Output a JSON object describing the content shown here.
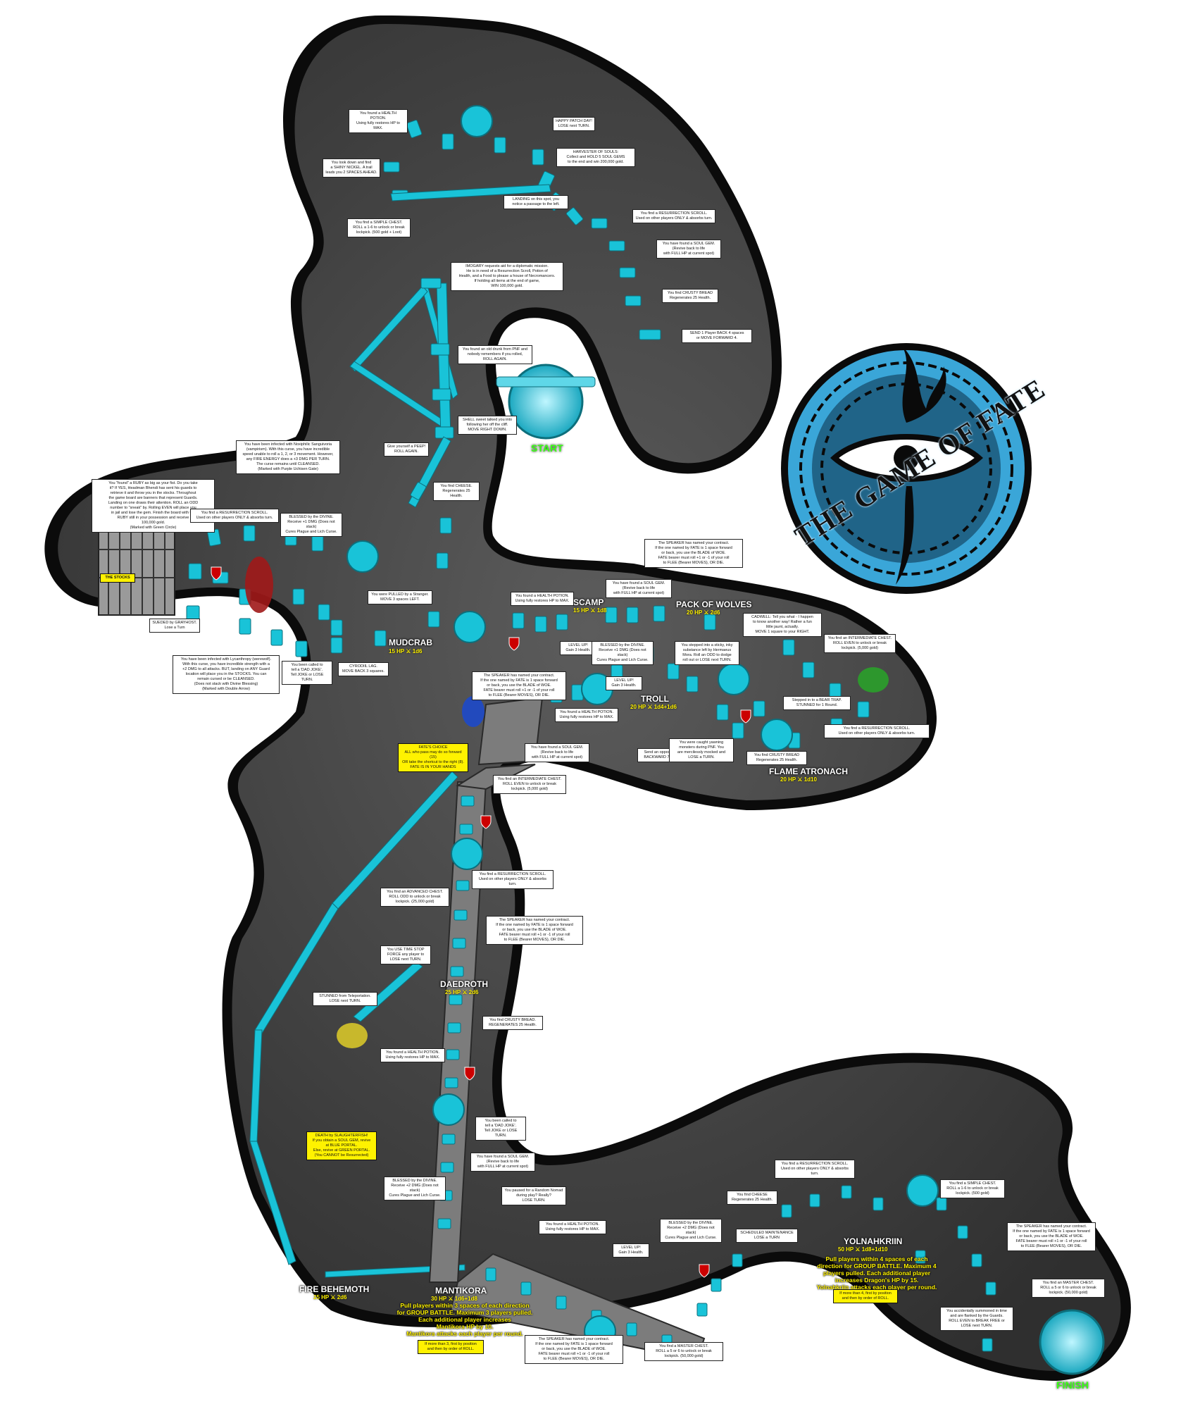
{
  "title": "THE GAME OF FATE",
  "labels": {
    "start": "START",
    "finish": "FINISH",
    "stocks": "THE STOCKS"
  },
  "colors": {
    "path": "#19c3d8",
    "board": "#4a4a4a",
    "emblem": "#3aa6d8",
    "highlight": "#fff200",
    "green": "#39ff14",
    "danger": "#cc0000"
  },
  "bosses": [
    {
      "name": "MUDCRAB",
      "stats": "15 HP ⚔ 1d6"
    },
    {
      "name": "SCAMP",
      "stats": "15 HP ⚔ 1d8"
    },
    {
      "name": "PACK OF WOLVES",
      "stats": "20 HP ⚔ 2d6"
    },
    {
      "name": "TROLL",
      "stats": "20 HP ⚔ 1d4+1d6"
    },
    {
      "name": "FLAME ATRONACH",
      "stats": "20 HP ⚔ 1d10"
    },
    {
      "name": "DAEDROTH",
      "stats": "25 HP ⚔ 2d6"
    },
    {
      "name": "FIRE BEHEMOTH",
      "stats": "25 HP ⚔ 2d6"
    },
    {
      "name": "MANTIKORA",
      "stats": "30 HP ⚔ 1d6+1d8"
    },
    {
      "name": "YOLNAHKRIIN",
      "stats": "50 HP ⚔ 1d8+1d10"
    }
  ],
  "battle_notes": {
    "mantikora": "Pull players within 3 spaces of each direction\nfor GROUP BATTLE. Maximum 3 players pulled.\nEach additional player increases\nMantikora HP by 10.\nMantikora attacks each player per round.",
    "yolnahkriin": "Pull players within 4 spaces of each\ndirection for GROUP BATTLE. Maximum 4\nplayers pulled. Each additional player\nincreases Dragon's HP by 15.\nYolnahkriin attacks each player per round."
  },
  "notes": [
    {
      "id": "health-potion-1",
      "text": "You found a HEALTH POTION.\nUsing fully restores HP to MAX."
    },
    {
      "id": "patch-day",
      "text": "HAPPY PATCH DAY!\nLOSE next TURN."
    },
    {
      "id": "harvester",
      "text": "HARVESTER OF SOULS:\nCollect and HOLD 5 SOUL GEMS\nto the end and win 200,000 gold."
    },
    {
      "id": "shiny-nickel",
      "text": "You look down and find\na SHINY NICKEL. A trail\nleads you 2 SPACES AHEAD."
    },
    {
      "id": "landing",
      "text": "LANDING on this spot, you\nnotice a passage to the left."
    },
    {
      "id": "res-scroll-1",
      "text": "You find a RESURRECTION SCROLL.\nUsed on other players ONLY & absorbs turn."
    },
    {
      "id": "simple-chest-1",
      "text": "You find a SIMPLE CHEST.\nROLL a 1-6 to unlock or break\nlockpick. (500 gold + Loot)"
    },
    {
      "id": "soul-gem-1",
      "text": "You have found a SOUL GEM.\n(Revive back to life\nwith FULL HP at current spot)"
    },
    {
      "id": "imogary",
      "text": "IMOGARY requests aid for a diplomatic mission.\nHe is in need of a Resurrection Scroll, Potion of\nHealth, and a Food to please a house of Necromancers.\nIf holding all items at the end of game,\nWIN 100,000 gold."
    },
    {
      "id": "crusty-bread-1",
      "text": "You find CRUSTY BREAD\nRegenerates 25 Health."
    },
    {
      "id": "send-back",
      "text": "SEND 1 Player BACK 4 spaces\nor MOVE FORWARD 4."
    },
    {
      "id": "old-drunk",
      "text": "You found an old drunk from PNF and\nnobody remembers if you rolled,\nROLL AGAIN."
    },
    {
      "id": "shell",
      "text": "SHELL sweet talked you into\nfollowing her off the cliff.\nMOVE RIGHT DOWN."
    },
    {
      "id": "peepi",
      "text": "Give yourself a PEEP!\nROLL AGAIN."
    },
    {
      "id": "cheese-1",
      "text": "You find CHEESE.\nRegenerates 25 Health."
    },
    {
      "id": "ruby",
      "text": "You \"found\" a RUBY as big as your fist. Do you take\nit? If YES, Headman Bhendi has sent his guards to\nretrieve it and throw you in the stocks. Throughout\nthe game board are banners that represent Guards.\nLanding on one draws their attention. ROLL an ODD\nnumber to \"sneak\" by. Rolling EVEN will place you\nin jail and lose the gem. Finish the board with the\nRUBY still in your possession and receive\n100,000 gold.\n(Marked with Green Circle)"
    },
    {
      "id": "sanguinare",
      "text": "You have been infected with Noxiphilic Sanguivoria\n(vampirism). With this curse, you have incredible\nspeed unable to roll a 1, 2, or 3 movement. However,\nany FIRE ENERGY does a +3 DMG PER TURN.\nThe curse remains until CLEANSED.\n(Marked with Purple Uchisen Gate)"
    },
    {
      "id": "res-scroll-2",
      "text": "You find a RESURRECTION SCROLL.\nUsed on other players ONLY & absorbs turn."
    },
    {
      "id": "blessed-1",
      "text": "BLESSED by the DIVINE.\nReceive +1 DMG (Does not stack)\nCures Plague and Lich Curse."
    },
    {
      "id": "grayhost",
      "text": "SUEDED by GRAYHOST.\nLose a Turn"
    },
    {
      "id": "stranger",
      "text": "You were PULLED by a Stranger.\nMOVE 3 spaces LEFT."
    },
    {
      "id": "lycanthropy",
      "text": "You have been infected with Lycanthropy (werewolf).\nWith this curse, you have incredible strength with a\n+2 DMG to all attacks. BUT, landing on ANY Guard\nlocation will place you in the STOCKS. You can\nremain cursed or be CLEANSED.\n(Does not stack with Divine Blessing)\n(Marked with Double Arrow)"
    },
    {
      "id": "dad-joke-1",
      "text": "You been called to\ntell a 'DAD JOKE'.\nTell JOKE or LOSE TURN."
    },
    {
      "id": "cyrodiil-lag",
      "text": "CYRODIIL LAG.\nMOVE BACK 3 squares."
    },
    {
      "id": "health-potion-2",
      "text": "You found a HEALTH POTION.\nUsing fully restores HP to MAX."
    },
    {
      "id": "soul-gem-2",
      "text": "You have found a SOUL GEM.\n(Revive back to life\nwith FULL HP at current spot)"
    },
    {
      "id": "speaker-1",
      "text": "The SPEAKER has named your contract.\nIf the one named by FATE is 1 space forward\nor back, you use the BLADE of WOE.\nFATE bearer must roll +1 or -1 of your roll\nto FLEE (Bearer MOVES), OR DIE."
    },
    {
      "id": "level-up-1",
      "text": "LEVEL UP!\nGain 3 Health."
    },
    {
      "id": "blessed-2",
      "text": "BLESSED by the DIVINE.\nReceive +1 DMG (Does not stack)\nCures Plague and Lich Curse."
    },
    {
      "id": "sticky",
      "text": "You stepped into a sticky, inky\nsubstance left by Hermaeus\nMora. Roll an ODD to dodge\nroll out or LOSE next TURN."
    },
    {
      "id": "cadwell",
      "text": "CADWELL: Tell you what - I happen\nto know another way! Rather a fun\nlittle jaunt, actually.\nMOVE 1 square to your RIGHT."
    },
    {
      "id": "intermediate-chest-1",
      "text": "You find an INTERMEDIATE CHEST.\nROLL EVEN to unlock or break\nlockpick. (5,000 gold)"
    },
    {
      "id": "speaker-2",
      "text": "The SPEAKER has named your contract.\nIf the one named by FATE is 1 space forward\nor back, you use the BLADE of WOE.\nFATE bearer must roll +1 or -1 of your roll\nto FLEE (Bearer MOVES), OR DIE."
    },
    {
      "id": "health-potion-3",
      "text": "You found a HEALTH POTION.\nUsing fully restores HP to MAX."
    },
    {
      "id": "level-up-2",
      "text": "LEVEL UP!\nGain 3 Health."
    },
    {
      "id": "bear-trap",
      "text": "Stepped in to a BEAR TRAP.\nSTUNNED for 1 Round."
    },
    {
      "id": "res-scroll-3",
      "text": "You find a RESURRECTION SCROLL.\nUsed on other players ONLY & absorbs turn."
    },
    {
      "id": "send-opponent",
      "text": "Send an opposing player\nBACKWARD 7 SPACES."
    },
    {
      "id": "caught-yawning",
      "text": "You were caught yawning\nmonsters during PNF. You\nare mercilessly mocked and\nLOSE a TURN."
    },
    {
      "id": "crusty-bread-2",
      "text": "You find CRUSTY BREAD\nRegenerates 25 Health."
    },
    {
      "id": "fates-choice",
      "text": "FATE'S CHOICE\nALL who pass may do so forward (15)\nOR take the shortcut to the right (8).\nFATE IS IN YOUR HANDS"
    },
    {
      "id": "soul-gem-3",
      "text": "You have found a SOUL GEM.\n(Revive back to life\nwith FULL HP at current spot)"
    },
    {
      "id": "intermediate-chest-2",
      "text": "You find an INTERMEDIATE CHEST.\nROLL EVEN to unlock or break\nlockpick. (5,000 gold)"
    },
    {
      "id": "res-scroll-4",
      "text": "You find a RESURRECTION SCROLL.\nUsed on other players ONLY & absorbs turn."
    },
    {
      "id": "advanced-chest",
      "text": "You find an ADVANCED CHEST.\nROLL ODD to unlock or break\nlockpick. (25,000 gold)"
    },
    {
      "id": "speaker-3",
      "text": "The SPEAKER has named your contract.\nIf the one named by FATE is 1 space forward\nor back, you use the BLADE of WOE.\nFATE bearer must roll +1 or -1 of your roll\nto FLEE (Bearer MOVES), OR DIE."
    },
    {
      "id": "time-stop",
      "text": "You USE TIME STOP\nFORCE any player to\nLOSE next TURN."
    },
    {
      "id": "teleportation",
      "text": "STUNNED from Teleportation.\nLOSE next TURN."
    },
    {
      "id": "crusty-bread-3",
      "text": "You find CRUSTY BREAD.\nREGENERATES 25 Health."
    },
    {
      "id": "health-potion-4",
      "text": "You found a HEALTH POTION.\nUsing fully restores HP to MAX."
    },
    {
      "id": "dad-joke-2",
      "text": "You been called to\ntell a 'DAD JOKE'.\nTell JOKE or LOSE TURN."
    },
    {
      "id": "slaughterfish",
      "text": "DEATH by SLAUGHTERFISH!\nIf you obtain a SOUL GEM, revive\nat BLUE PORTAL.\nElse, revive at GREEN PORTAL.\n(You CANNOT be Resurrected)"
    },
    {
      "id": "soul-gem-4",
      "text": "You have found a SOUL GEM.\n(Revive back to life\nwith FULL HP at current spot)"
    },
    {
      "id": "blessed-3",
      "text": "BLESSED by the DIVINE.\nReceive +2 DMG (Does not stack)\nCures Plague and Lich Curse."
    },
    {
      "id": "random-nomad",
      "text": "You paused for a Random Nomad\nduring play? Really?\nLOSE TURN."
    },
    {
      "id": "health-potion-5",
      "text": "You found a HEALTH POTION.\nUsing fully restores HP to MAX."
    },
    {
      "id": "level-up-3",
      "text": "LEVEL UP!\nGain 3 Health."
    },
    {
      "id": "blessed-4",
      "text": "BLESSED by the DIVINE.\nReceive +2 DMG (Does not stack)\nCures Plague and Lich Curse."
    },
    {
      "id": "cheese-2",
      "text": "You find CHEESE\nRegenerates 25 Health."
    },
    {
      "id": "res-scroll-5",
      "text": "You find a RESURRECTION SCROLL.\nUsed on other players ONLY & absorbs turn."
    },
    {
      "id": "maintenance",
      "text": "SCHEDULED MAINTENANCE\nLOSE a TURN"
    },
    {
      "id": "speaker-4",
      "text": "The SPEAKER has named your contract.\nIf the one named by FATE is 1 space forward\nor back, you use the BLADE of WOE.\nFATE bearer must roll +1 or -1 of your roll\nto FLEE (Bearer MOVES), OR DIE."
    },
    {
      "id": "master-chest-1",
      "text": "You find a MASTER CHEST.\nROLL a 5 or 6 to unlock or break\nlockpick. (50,000 gold)"
    },
    {
      "id": "simple-chest-2",
      "text": "You find a SIMPLE CHEST.\nROLL a 1-6 to unlock or break\nlockpick. (500 gold)"
    },
    {
      "id": "speaker-5",
      "text": "The SPEAKER has named your contract.\nIf the one named by FATE is 1 space forward\nor back, you use the BLADE of WOE.\nFATE bearer must roll +1 or -1 of your roll\nto FLEE (Bearer MOVES), OR DIE."
    },
    {
      "id": "master-chest-2",
      "text": "You find an MASTER CHEST.\nROLL a 5 or 6 to unlock or break\nlockpick. (50,000 gold)"
    },
    {
      "id": "summoned",
      "text": "You accidentally summoned in time\nand are flanked by the Guards.\nROLL EVEN to BREAK FREE or\nLOSE next TURN."
    },
    {
      "id": "more-than-3",
      "text": "If more than 3, first by position\nand then by order of ROLL."
    },
    {
      "id": "more-than-4",
      "text": "If more than 4, first by position\nand then by order of ROLL."
    }
  ]
}
